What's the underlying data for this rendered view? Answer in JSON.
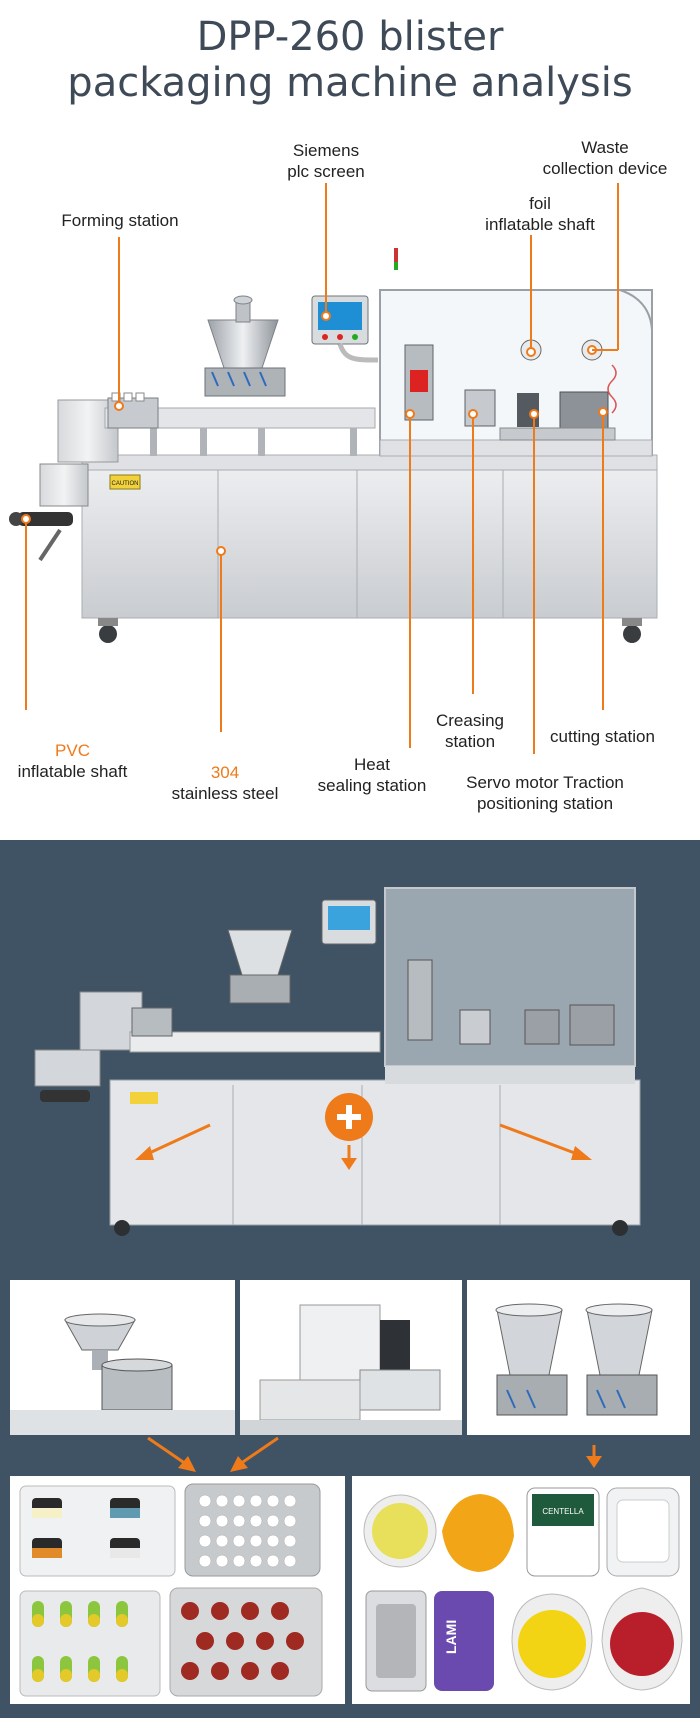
{
  "title": {
    "line1": "DPP-260 blister",
    "line2": "packaging machine analysis"
  },
  "labels": {
    "siemens_1": "Siemens",
    "siemens_2": "plc screen",
    "waste_1": "Waste",
    "waste_2": "collection device",
    "forming": "Forming station",
    "foil_1": "foil",
    "foil_2": "inflatable shaft",
    "pvc_1": "PVC",
    "pvc_2": "inflatable shaft",
    "steel_1": "304",
    "steel_2": "stainless steel",
    "heat_1": "Heat",
    "heat_2": "sealing station",
    "creasing_1": "Creasing",
    "creasing_2": "station",
    "cutting": "cutting station",
    "servo_1": "Servo motor Traction",
    "servo_2": "positioning station"
  },
  "machine_text": {
    "caution": "CAUTION"
  },
  "product_text": {
    "lami": "LAMI",
    "centella": "CENTELLA"
  },
  "icons": {
    "plus": "plus-icon",
    "arrow": "arrow-icon"
  },
  "colors": {
    "accent": "#ef7a1a",
    "title": "#3e4a57",
    "background_bottom": "#3f5364"
  }
}
